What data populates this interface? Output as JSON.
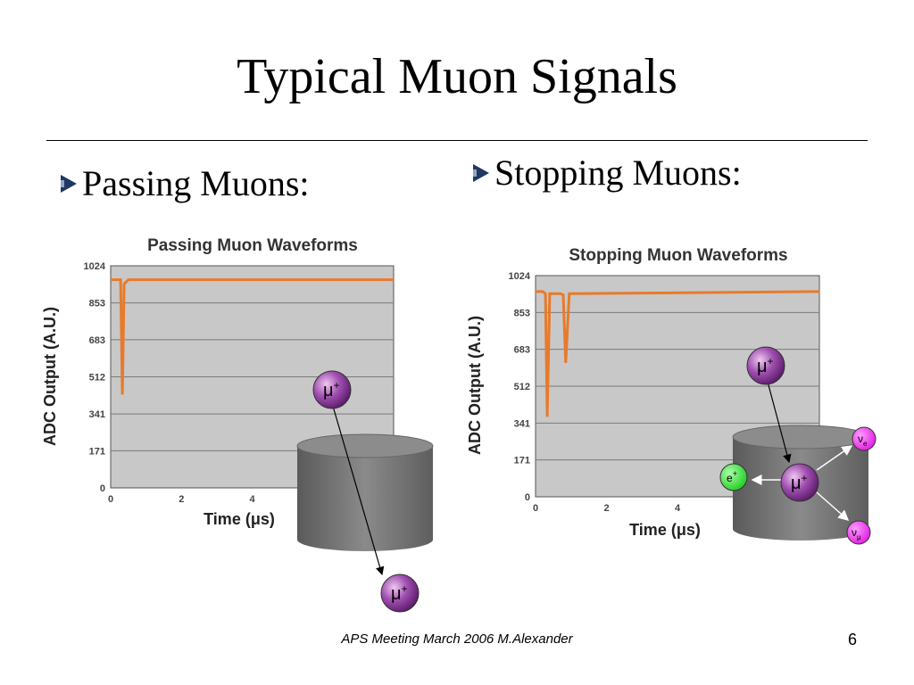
{
  "slide": {
    "title": "Typical Muon Signals",
    "bullets": [
      "Passing Muons:",
      "Stopping Muons:"
    ],
    "footer": "APS Meeting March 2006 M.Alexander",
    "page_number": "6"
  },
  "colors": {
    "waveform": "#e87a2a",
    "plot_bg": "#c8c8c8",
    "grid": "#7a7a7a",
    "cylinder": "#777777",
    "bullet": "#1f3864"
  },
  "particles": {
    "passing": [
      {
        "base": "μ",
        "sup": "+",
        "fill": "purple"
      },
      {
        "base": "μ",
        "sup": "+",
        "fill": "purple"
      }
    ],
    "stopping": [
      {
        "base": "μ",
        "sup": "+",
        "fill": "purple"
      },
      {
        "base": "μ",
        "sup": "+",
        "fill": "purple"
      },
      {
        "base": "e",
        "sup": "+",
        "fill": "green"
      },
      {
        "base": "ν",
        "sub": "e",
        "fill": "magenta"
      },
      {
        "base": "ν",
        "sub": "μ",
        "fill": "magenta"
      }
    ]
  },
  "chart_data": [
    {
      "type": "line",
      "title": "Passing Muon Waveforms",
      "xlabel": "Time (μs)",
      "ylabel": "ADC Output (A.U.)",
      "xlim": [
        0,
        8
      ],
      "ylim": [
        0,
        1024
      ],
      "xticks": [
        "0",
        "2",
        "4"
      ],
      "yticks": [
        "0",
        "171",
        "341",
        "512",
        "683",
        "853",
        "1024"
      ],
      "ytick_values": [
        0,
        171,
        341,
        512,
        683,
        853,
        1024
      ],
      "grid": true,
      "series": [
        {
          "x": [
            0,
            0.15,
            0.28,
            0.33,
            0.38,
            0.5,
            8
          ],
          "y": [
            960,
            960,
            960,
            430,
            940,
            960,
            960
          ]
        }
      ]
    },
    {
      "type": "line",
      "title": "Stopping Muon Waveforms",
      "xlabel": "Time (μs)",
      "ylabel": "ADC Output (A.U.)",
      "xlim": [
        0,
        8
      ],
      "ylim": [
        0,
        1024
      ],
      "xticks": [
        "0",
        "2",
        "4"
      ],
      "yticks": [
        "0",
        "171",
        "341",
        "512",
        "683",
        "853",
        "1024"
      ],
      "ytick_values": [
        0,
        171,
        341,
        512,
        683,
        853,
        1024
      ],
      "grid": true,
      "series": [
        {
          "x": [
            0,
            0.2,
            0.28,
            0.33,
            0.4,
            0.7,
            0.78,
            0.85,
            0.95,
            8
          ],
          "y": [
            950,
            950,
            940,
            370,
            940,
            940,
            935,
            620,
            940,
            950
          ]
        }
      ]
    }
  ]
}
